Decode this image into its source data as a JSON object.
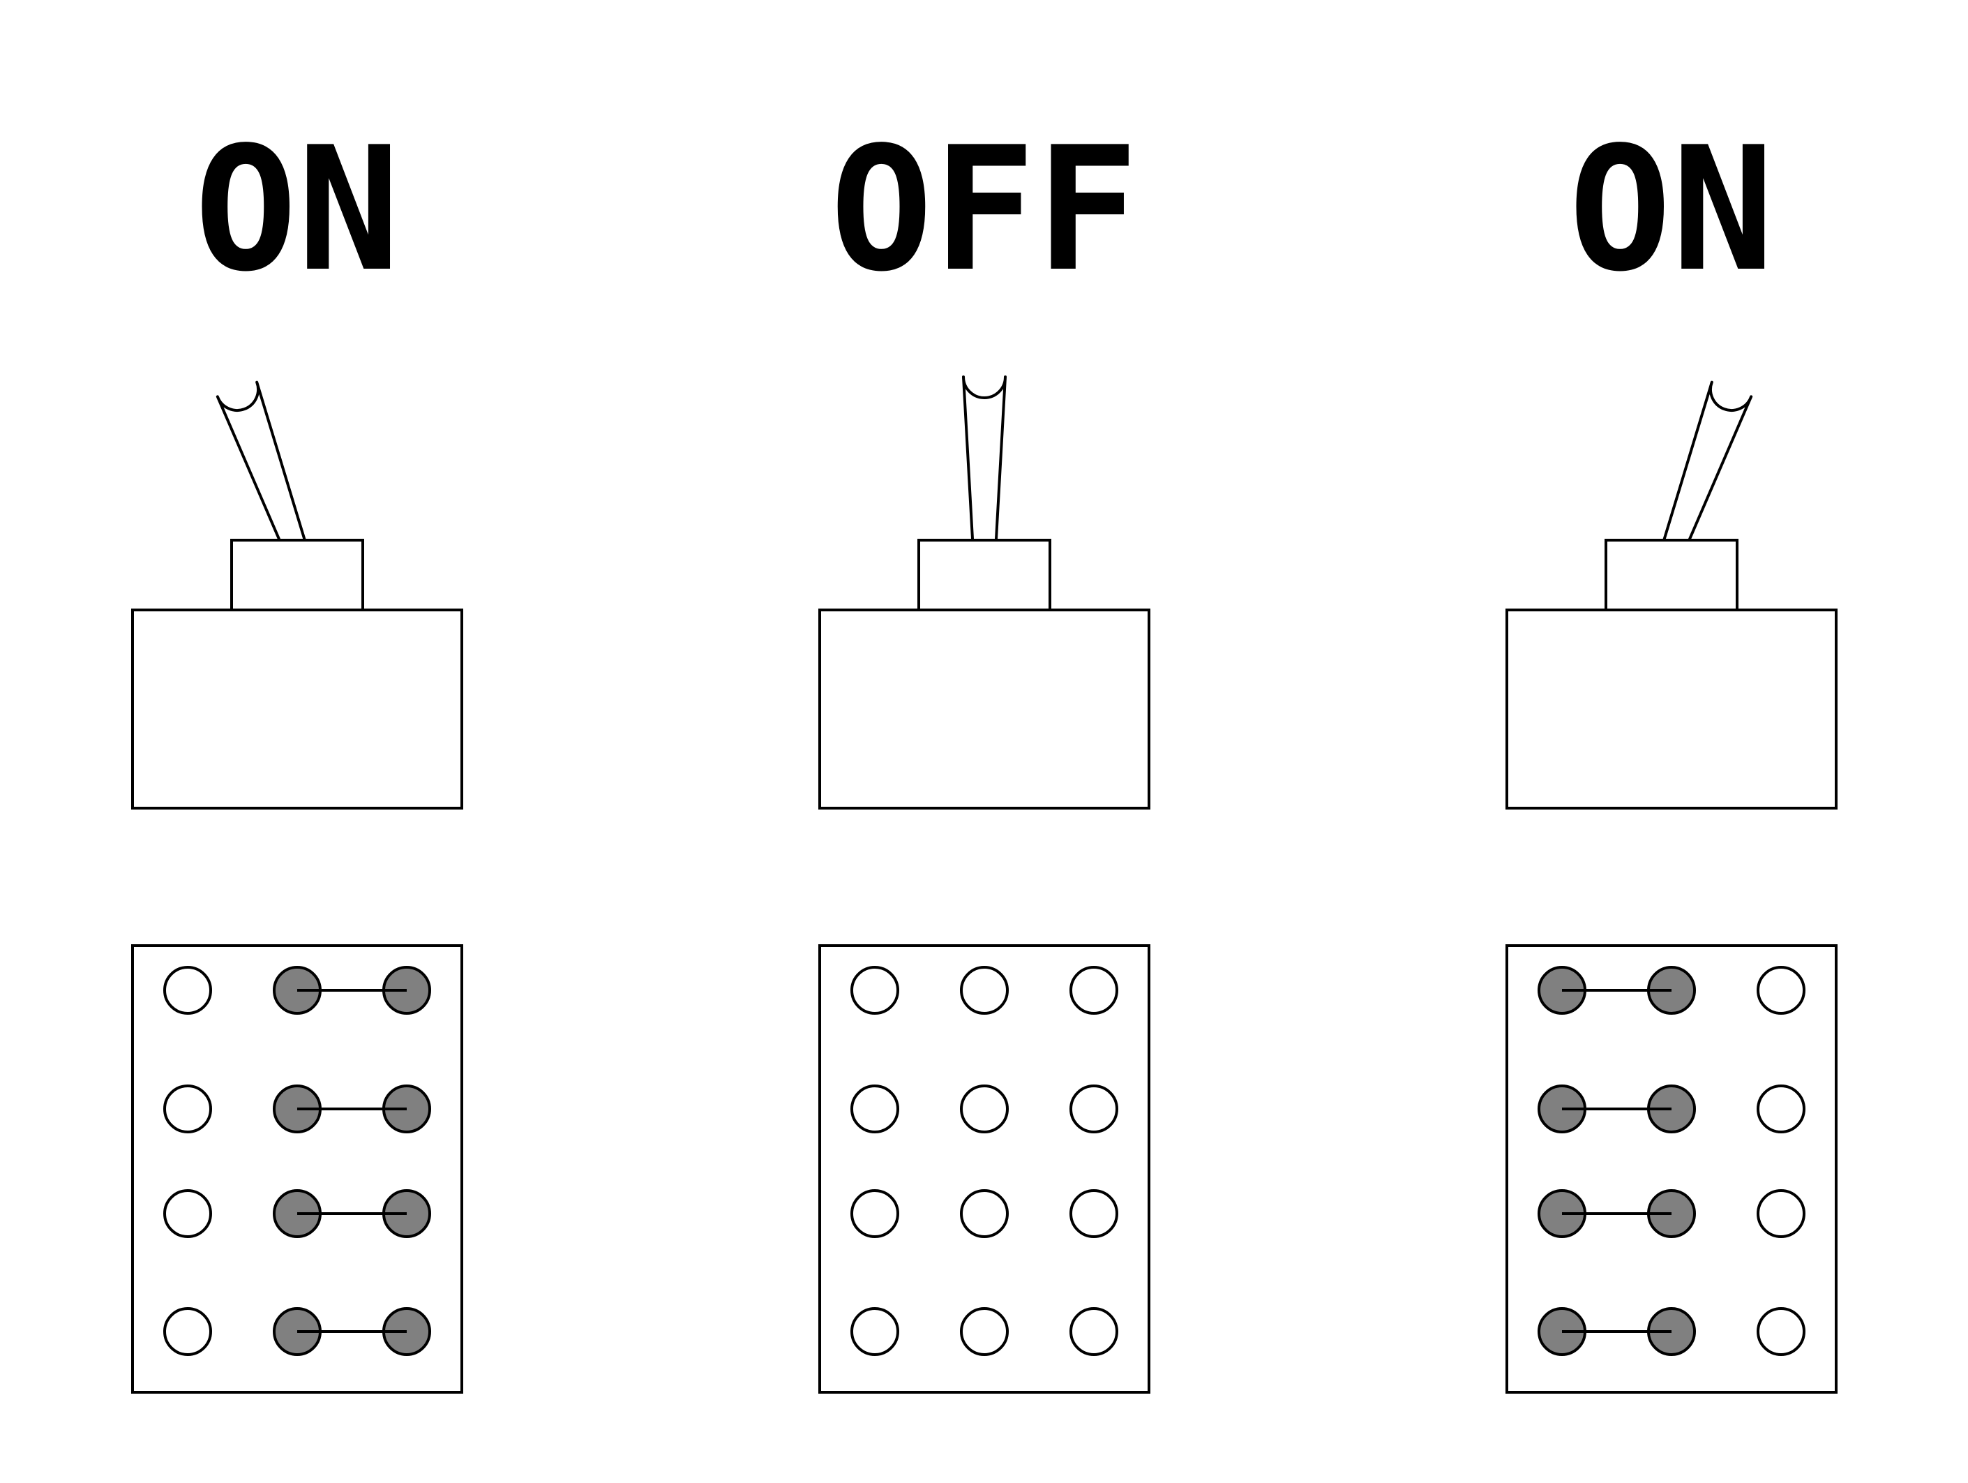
{
  "colors": {
    "line": "#000000",
    "background": "#ffffff",
    "connected_terminal": "#808080",
    "open_terminal": "#ffffff"
  },
  "switches": [
    {
      "label": "ON",
      "lever_position": "left",
      "terminal_grid": {
        "rows": 4,
        "columns": 3
      },
      "connected_columns": [
        2,
        3
      ]
    },
    {
      "label": "OFF",
      "lever_position": "center",
      "terminal_grid": {
        "rows": 4,
        "columns": 3
      },
      "connected_columns": []
    },
    {
      "label": "ON",
      "lever_position": "right",
      "terminal_grid": {
        "rows": 4,
        "columns": 3
      },
      "connected_columns": [
        1,
        2
      ]
    }
  ]
}
